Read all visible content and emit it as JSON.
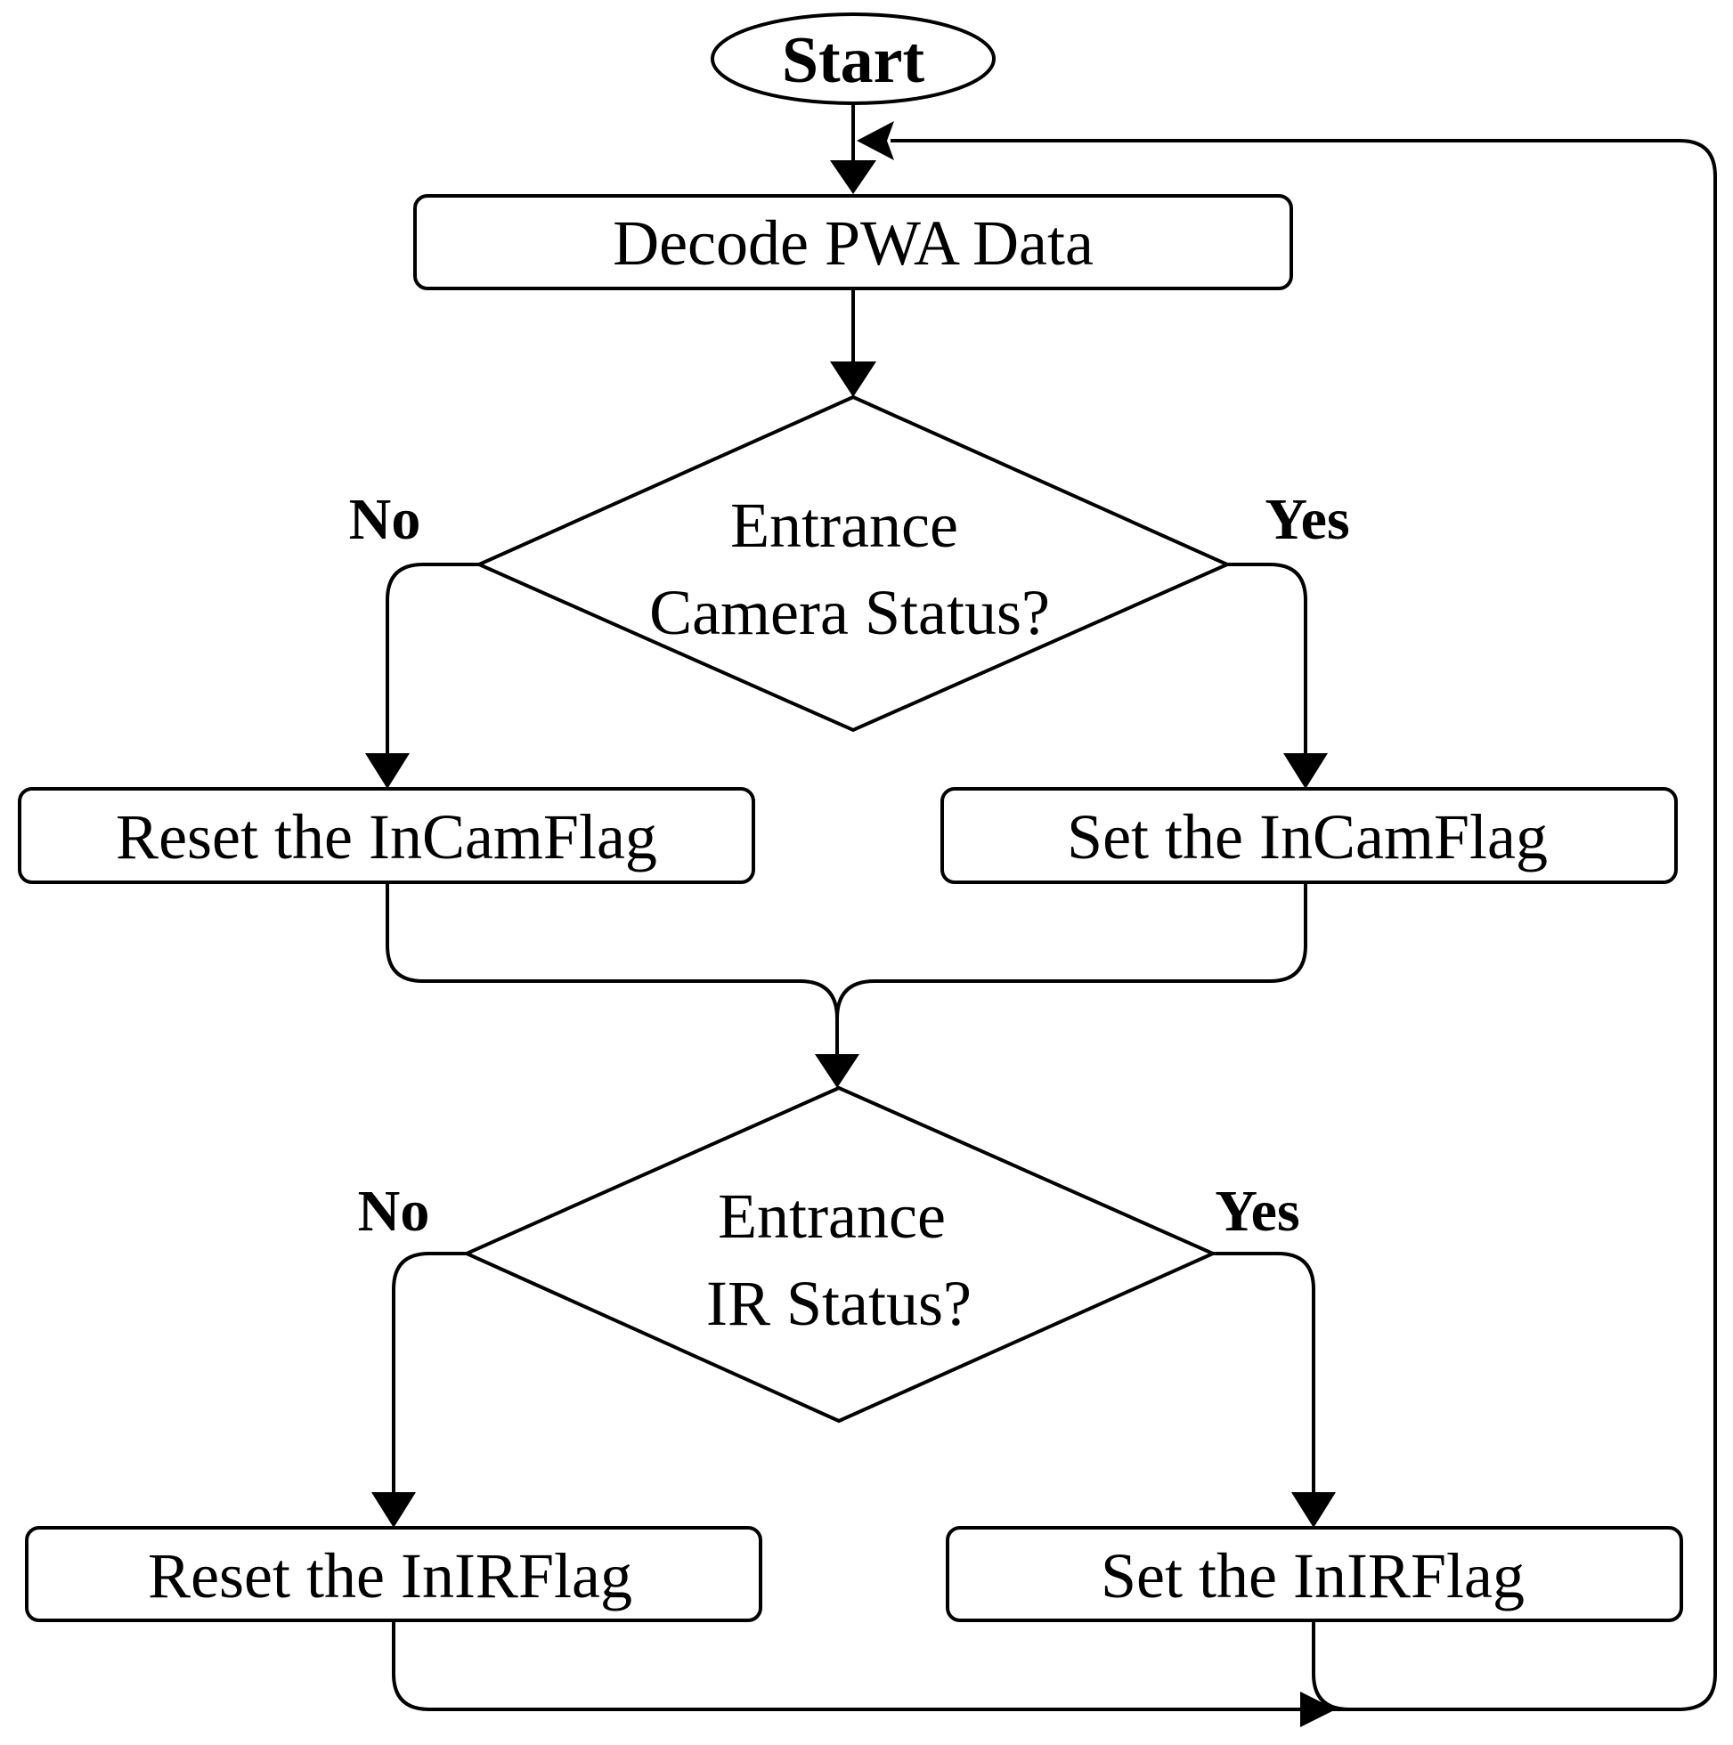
{
  "diagram": {
    "start": "Start",
    "decode": "Decode PWA Data",
    "decision1": {
      "line1": "Entrance",
      "line2": "Camera Status?"
    },
    "decision1_no": "No",
    "decision1_yes": "Yes",
    "reset_incam": "Reset the InCamFlag",
    "set_incam": "Set the InCamFlag",
    "decision2": {
      "line1": "Entrance",
      "line2": "IR Status?"
    },
    "decision2_no": "No",
    "decision2_yes": "Yes",
    "reset_inir": "Reset the InIRFlag",
    "set_inir": "Set the InIRFlag"
  }
}
